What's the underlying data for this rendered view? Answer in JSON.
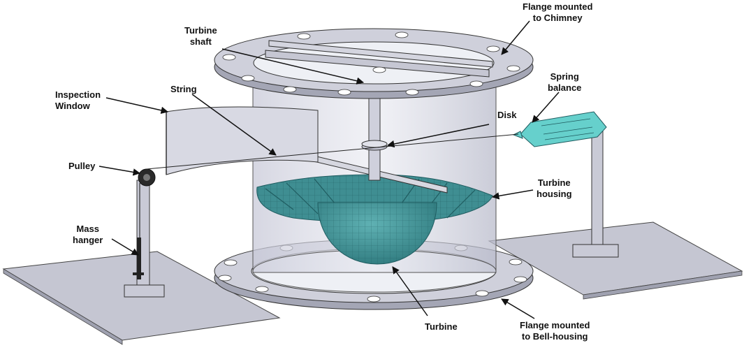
{
  "labels": {
    "flange_chimney": [
      "Flange mounted",
      "to Chimney"
    ],
    "turbine_shaft": [
      "Turbine",
      "shaft"
    ],
    "spring_balance": [
      "Spring",
      "balance"
    ],
    "inspection_window": [
      "Inspection",
      "Window"
    ],
    "string": "String",
    "disk": "Disk",
    "pulley": "Pulley",
    "turbine_housing": [
      "Turbine",
      "housing"
    ],
    "mass_hanger": [
      "Mass",
      "hanger"
    ],
    "turbine": "Turbine",
    "flange_bell": [
      "Flange mounted",
      "to Bell-housing"
    ]
  },
  "colors": {
    "metal": "#c9cad6",
    "metal_dark": "#9a9cab",
    "glass": "#dcdde8",
    "turbine": "#3f8e92",
    "turbine_mesh": "#1f5c60",
    "spring_balance": "#66d0cc",
    "outline": "#2b2b2b"
  }
}
